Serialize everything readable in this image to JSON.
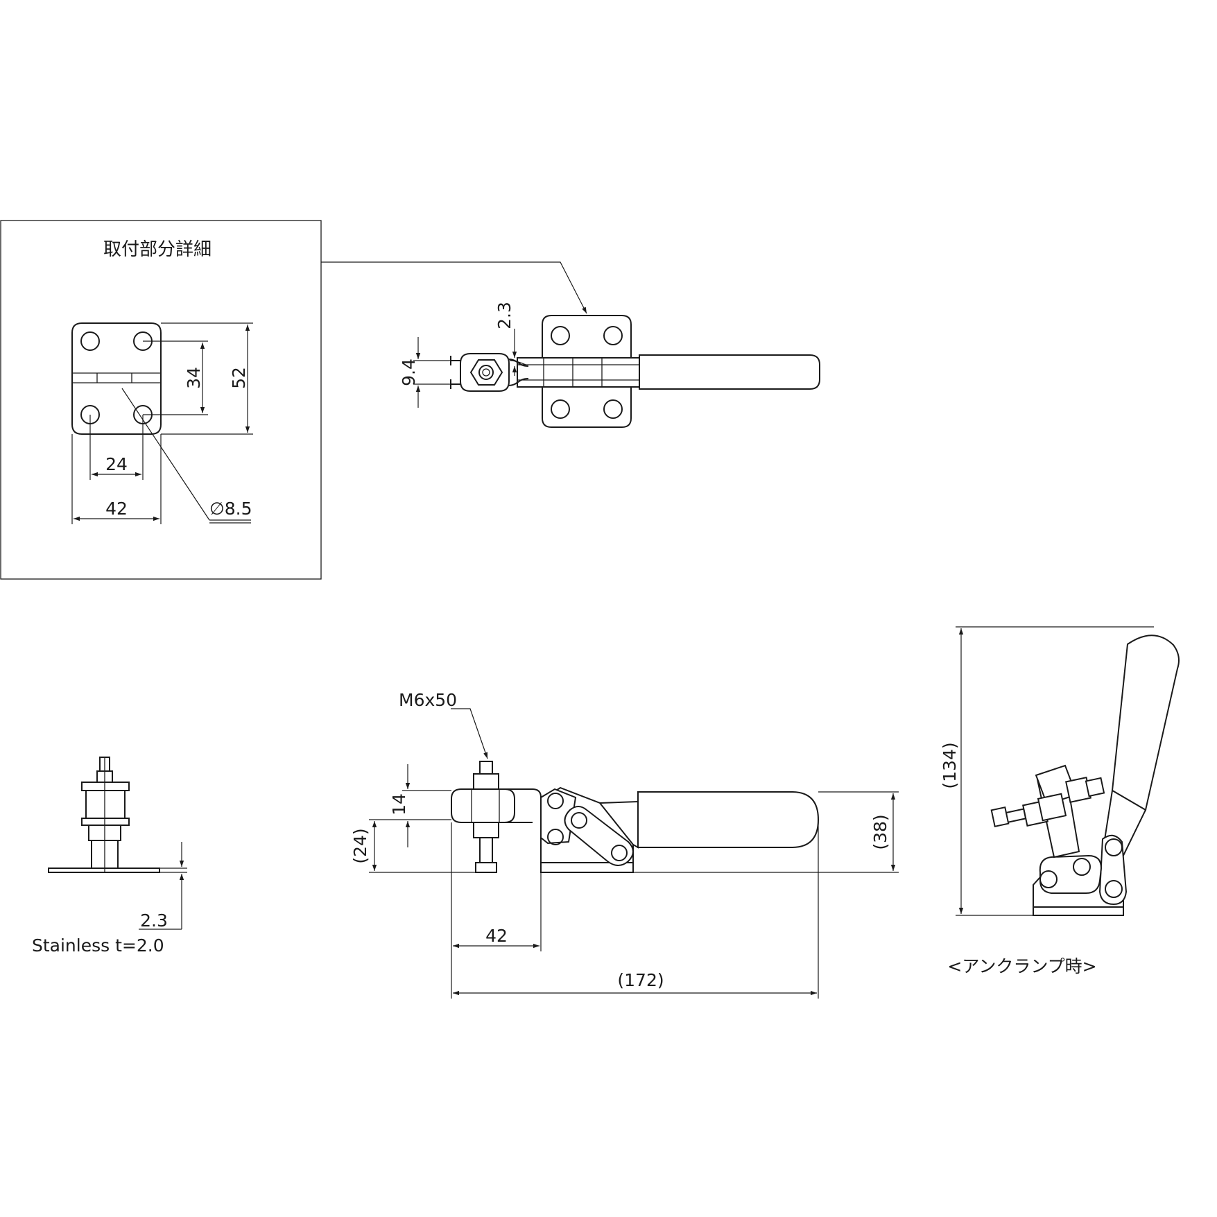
{
  "detail_box": {
    "title": "取付部分詳細",
    "dim_34": "34",
    "dim_52": "52",
    "dim_24": "24",
    "dim_42": "42",
    "dim_hole": "∅8.5"
  },
  "top_view": {
    "dim_2_3": "2.3",
    "dim_9_4": "9.4"
  },
  "side_end_view": {
    "dim_2_3": "2.3",
    "material_note": "Stainless t=2.0"
  },
  "front_view": {
    "bolt_callout": "M6x50",
    "dim_14": "14",
    "dim_24": "(24)",
    "dim_38": "(38)",
    "dim_42": "42",
    "dim_172": "(172)"
  },
  "unclamped_view": {
    "dim_134": "(134)",
    "caption": "<アンクランプ時>"
  }
}
